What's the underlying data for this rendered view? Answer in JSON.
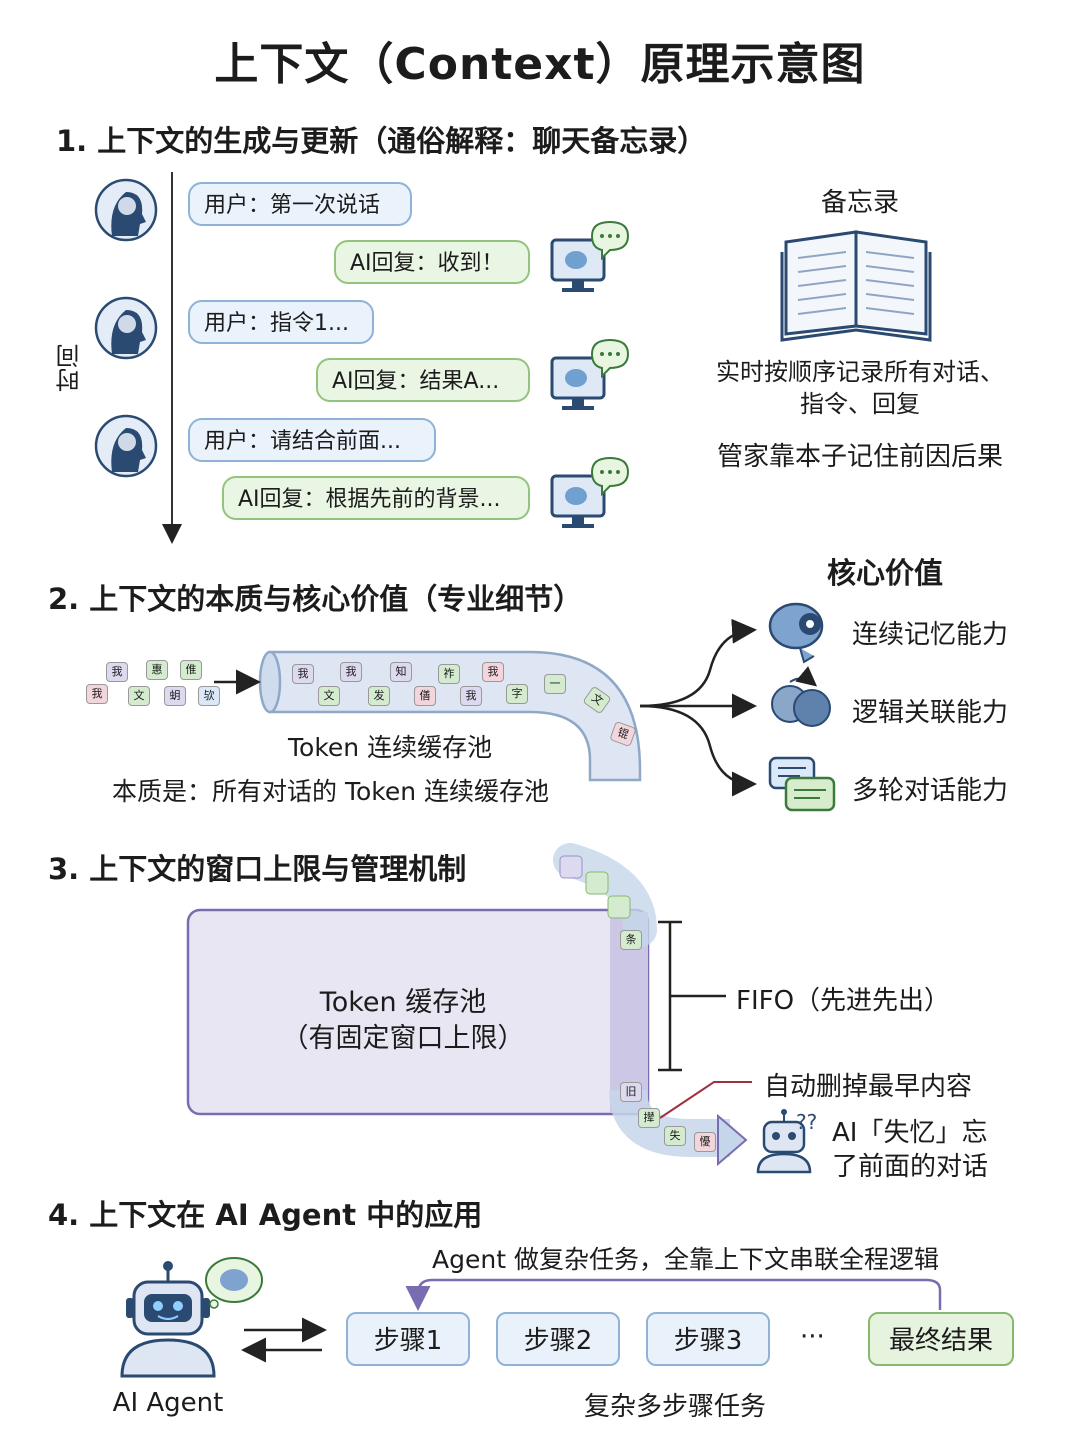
{
  "title": "上下文（Context）原理示意图",
  "section1": {
    "heading": "1. 上下文的生成与更新（通俗解释：聊天备忘录）",
    "time_label": "时间",
    "user_msgs": [
      "用户：第一次说话",
      "用户：指令1...",
      "用户：请结合前面..."
    ],
    "ai_msgs": [
      "AI回复：收到！",
      "AI回复：结果A...",
      "AI回复：根据先前的背景..."
    ],
    "memo_title": "备忘录",
    "memo_desc_1": "实时按顺序记录所有对话、",
    "memo_desc_2": "指令、回复",
    "memo_desc_3": "管家靠本子记住前因后果"
  },
  "section2": {
    "heading": "2. 上下文的本质与核心价值（专业细节）",
    "pool_label": "Token 连续缓存池",
    "essence": "本质是：所有对话的 Token 连续缓存池",
    "value_title": "核心价值",
    "values": [
      "连续记忆能力",
      "逻辑关联能力",
      "多轮对话能力"
    ],
    "loose_tokens": [
      "我",
      "惠",
      "倠",
      "我",
      "文",
      "蚏",
      "欤"
    ],
    "pipe_tokens": [
      "我",
      "我",
      "知",
      "祚",
      "我",
      "文",
      "发",
      "僐",
      "我",
      "字",
      "一",
      "文",
      "锟"
    ]
  },
  "section3": {
    "heading": "3. 上下文的窗口上限与管理机制",
    "pool_line1": "Token 缓存池",
    "pool_line2": "（有固定窗口上限）",
    "fifo": "FIFO（先进先出）",
    "auto_delete": "自动删掉最早内容",
    "forget_line1": "AI「失忆」忘",
    "forget_line2": "了前面的对话",
    "forget_mark": "??",
    "pipe_tokens": [
      "条",
      "旧",
      "撵",
      "失",
      "懮"
    ]
  },
  "section4": {
    "heading": "4. 上下文在 AI Agent 中的应用",
    "agent_label": "AI Agent",
    "loop_text": "Agent 做复杂任务，全靠上下文串联全程逻辑",
    "steps": [
      "步骤1",
      "步骤2",
      "步骤3"
    ],
    "ellipsis": "···",
    "final": "最终结果",
    "caption": "复杂多步骤任务"
  },
  "colors": {
    "user_bubble": "#eaf2fb",
    "ai_bubble": "#eaf6e4",
    "pipe": "#dde6f2",
    "pool": "#e9e6f4",
    "accent_red": "#a03040"
  }
}
